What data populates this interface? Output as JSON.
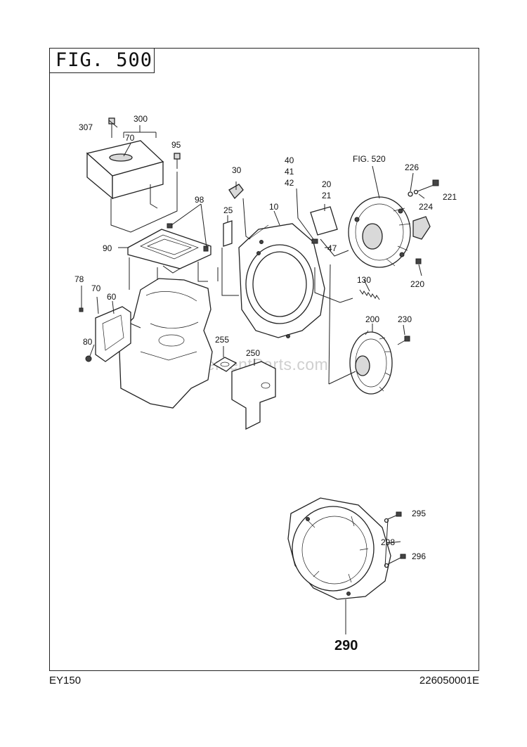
{
  "figure": {
    "title": "FIG. 500"
  },
  "footer": {
    "model": "EY150",
    "code": "226050001E"
  },
  "watermark": "eReplacementParts.com",
  "callouts": {
    "c307": "307",
    "c300": "300",
    "c70a": "70",
    "c95": "95",
    "c98": "98",
    "c90": "90",
    "c30": "30",
    "c25": "25",
    "c10": "10",
    "c40": "40",
    "c41": "41",
    "c42": "42",
    "c20": "20",
    "c21": "21",
    "c47": "47",
    "cfig520": "FIG. 520",
    "c226": "226",
    "c224": "224",
    "c221": "221",
    "c220": "220",
    "c130": "130",
    "c200": "200",
    "c230": "230",
    "c78": "78",
    "c70b": "70",
    "c60": "60",
    "c80": "80",
    "c255": "255",
    "c250": "250",
    "c295": "295",
    "c298": "298",
    "c296": "296",
    "c290": "290"
  }
}
